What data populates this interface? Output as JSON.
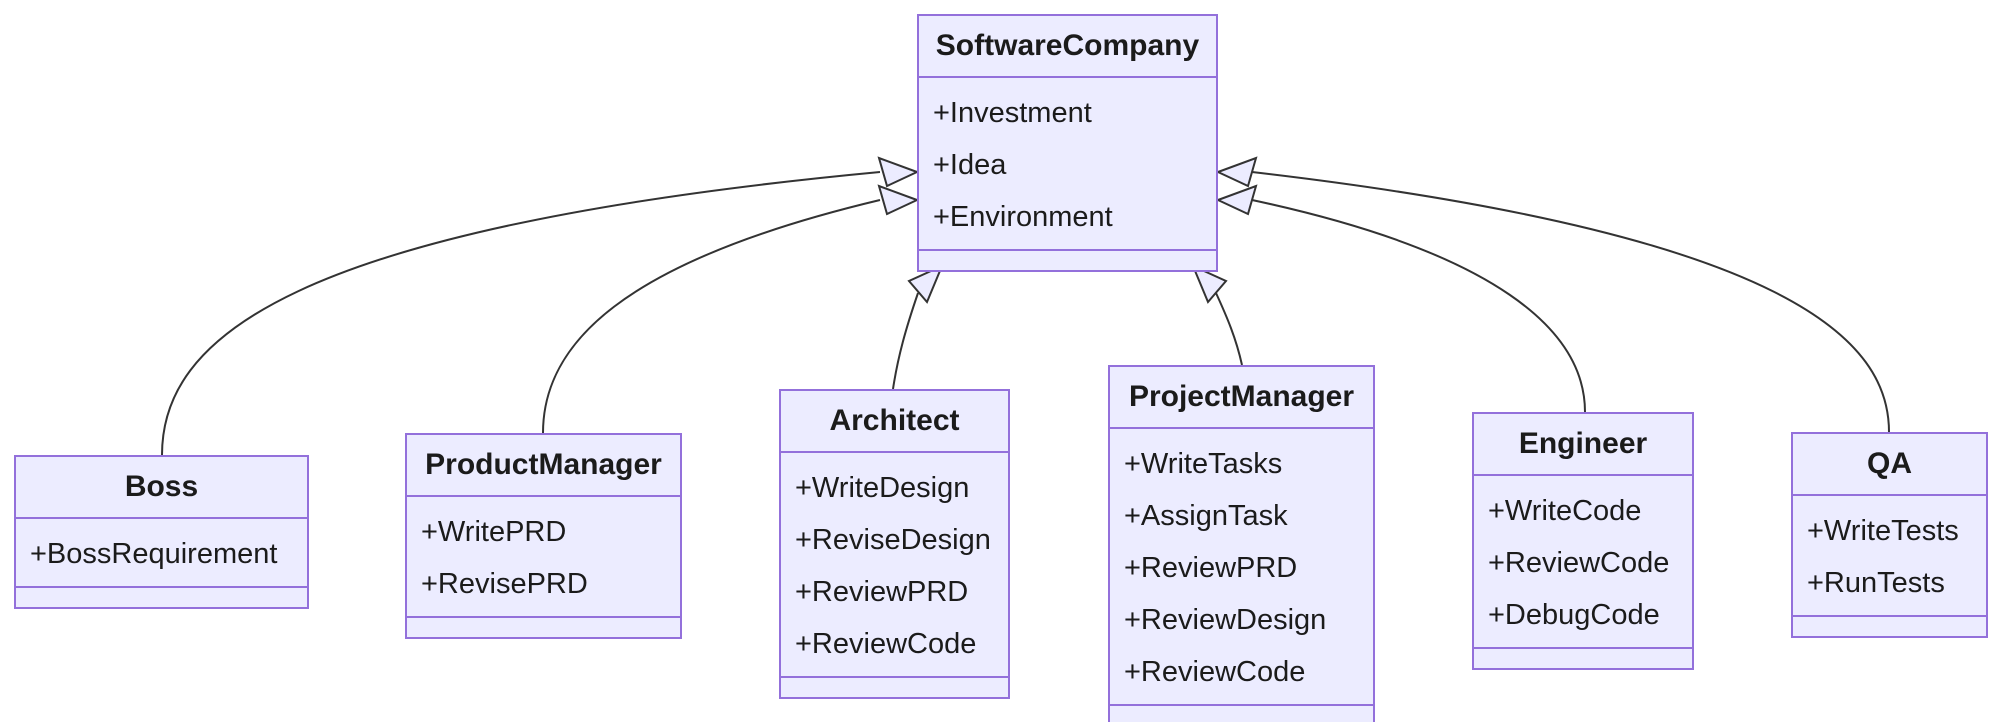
{
  "diagram": {
    "type": "uml-class-diagram",
    "relationship_type": "inheritance",
    "colors": {
      "background": "#ffffff",
      "node_fill": "#ECECFF",
      "node_border": "#9370DB",
      "divider": "#9370DB",
      "text": "#1b1b1b",
      "edge": "#333333",
      "arrowhead_fill": "#ECECFF"
    },
    "classes": [
      {
        "id": "SoftwareCompany",
        "title": "SoftwareCompany",
        "members": [
          "+Investment",
          "+Idea",
          "+Environment"
        ]
      },
      {
        "id": "Boss",
        "title": "Boss",
        "members": [
          "+BossRequirement"
        ]
      },
      {
        "id": "ProductManager",
        "title": "ProductManager",
        "members": [
          "+WritePRD",
          "+RevisePRD"
        ]
      },
      {
        "id": "Architect",
        "title": "Architect",
        "members": [
          "+WriteDesign",
          "+ReviseDesign",
          "+ReviewPRD",
          "+ReviewCode"
        ]
      },
      {
        "id": "ProjectManager",
        "title": "ProjectManager",
        "members": [
          "+WriteTasks",
          "+AssignTask",
          "+ReviewPRD",
          "+ReviewDesign",
          "+ReviewCode"
        ]
      },
      {
        "id": "Engineer",
        "title": "Engineer",
        "members": [
          "+WriteCode",
          "+ReviewCode",
          "+DebugCode"
        ]
      },
      {
        "id": "QA",
        "title": "QA",
        "members": [
          "+WriteTests",
          "+RunTests"
        ]
      }
    ],
    "edges": [
      {
        "from": "Boss",
        "to": "SoftwareCompany",
        "relation": "inherits"
      },
      {
        "from": "ProductManager",
        "to": "SoftwareCompany",
        "relation": "inherits"
      },
      {
        "from": "Architect",
        "to": "SoftwareCompany",
        "relation": "inherits"
      },
      {
        "from": "ProjectManager",
        "to": "SoftwareCompany",
        "relation": "inherits"
      },
      {
        "from": "Engineer",
        "to": "SoftwareCompany",
        "relation": "inherits"
      },
      {
        "from": "QA",
        "to": "SoftwareCompany",
        "relation": "inherits"
      }
    ]
  }
}
